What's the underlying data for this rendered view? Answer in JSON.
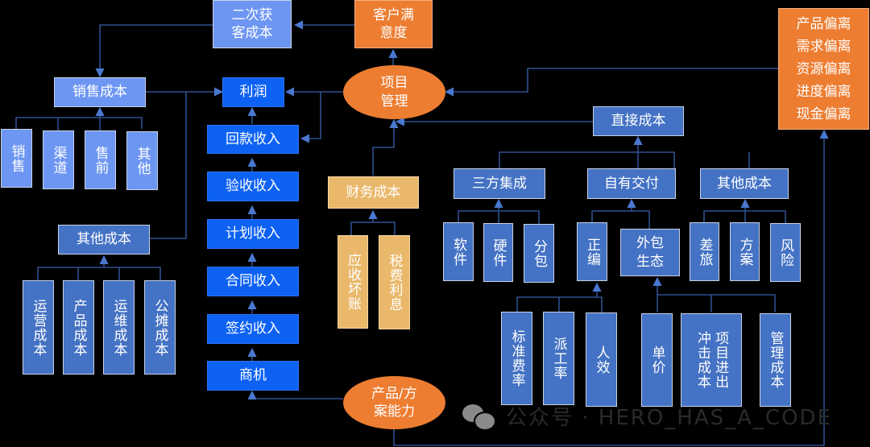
{
  "diagram": {
    "title": "项目成本与收入关系图",
    "colors": {
      "background": "#000000",
      "light_blue": "#6d96f3",
      "bright_blue": "#0d62f4",
      "mid_blue": "#4472c4",
      "orange": "#ed7d31",
      "tan": "#eab86a",
      "connector": "#2f4f8f"
    },
    "nodes": {
      "secondary_acquisition_cost": "二次获客成本",
      "customer_satisfaction": "客户满意度",
      "sales_cost": "销售成本",
      "sales_children": [
        "销售",
        "渠道",
        "售前",
        "其他"
      ],
      "other_cost_left": "其他成本",
      "other_cost_left_children": [
        "运营成本",
        "产品成本",
        "运维成本",
        "公摊成本"
      ],
      "revenue_chain": [
        "利润",
        "回款收入",
        "验收收入",
        "计划收入",
        "合同收入",
        "签约收入",
        "商机"
      ],
      "project_management": "项目管理",
      "product_solution_capability": "产品/方案能力",
      "financial_cost": "财务成本",
      "financial_children": [
        "应收坏账",
        "税费利息"
      ],
      "direct_cost": "直接成本",
      "third_party_integration": "三方集成",
      "third_party_children": [
        "软件",
        "硬件",
        "分包"
      ],
      "own_delivery": "自有交付",
      "own_delivery_children": [
        "正编",
        "外包生态"
      ],
      "regular_staff_children": [
        "标准费率",
        "派工率",
        "人效"
      ],
      "outsourcing_children": [
        "单价",
        "项目进出冲击成本",
        "管理成本"
      ],
      "other_cost_right": "其他成本",
      "other_cost_right_children": [
        "差旅",
        "方案",
        "风险"
      ],
      "deviations": [
        "产品偏离",
        "需求偏离",
        "资源偏离",
        "进度偏离",
        "现金偏离"
      ]
    },
    "watermark": {
      "icon": "wechat-icon",
      "text": "公众号 · HERO_HAS_A_CODE"
    }
  }
}
